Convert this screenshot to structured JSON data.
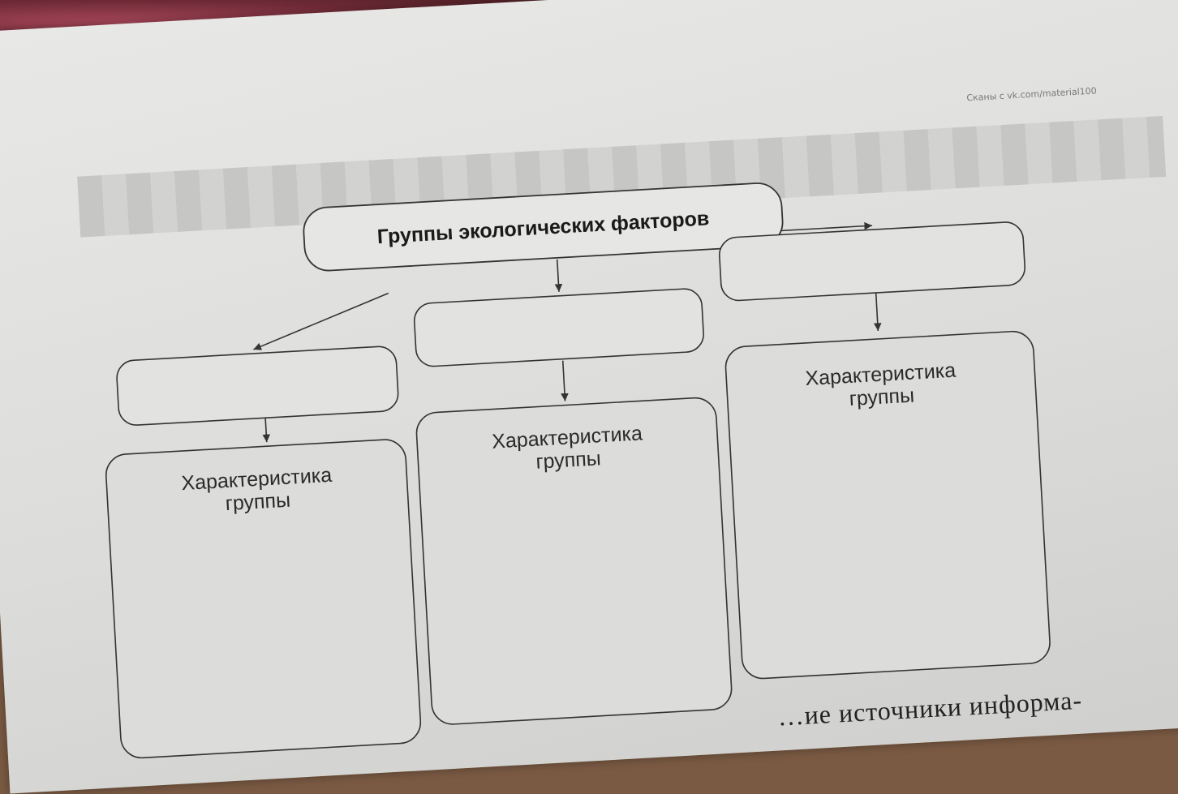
{
  "watermark": "Сканы с vk.com/material100",
  "diagram": {
    "title": "Группы экологических факторов",
    "group_boxes": [
      "",
      "",
      ""
    ],
    "characteristic": {
      "line1": "Характеристика",
      "line2": "группы"
    }
  },
  "footer_fragment": "…ие источники информа-"
}
